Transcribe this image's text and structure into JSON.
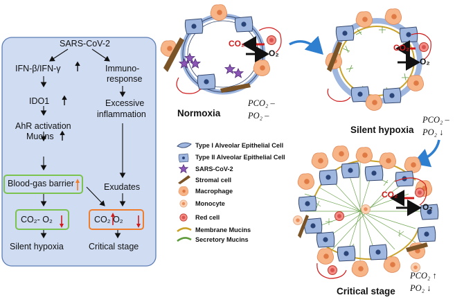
{
  "flow": {
    "top": "SARS-CoV-2",
    "left": [
      "IFN-β/IFN-γ",
      "IDO1",
      "AhR activation",
      "Mucins",
      "Blood-gas barrier",
      "CO₂- O₂",
      "Silent hypoxia"
    ],
    "right": [
      "Immuno-",
      "response",
      "Excessive",
      "inflammation",
      "Exudates",
      "CO₂ O₂",
      "Critical stage"
    ]
  },
  "scenes": {
    "normoxia": {
      "label": "Normoxia",
      "pco2": "PCO₂ –",
      "po2": "PO₂  –"
    },
    "silent": {
      "label": "Silent hypoxia",
      "pco2": "PCO₂ –",
      "po2": "PO₂ ↓"
    },
    "critical": {
      "label": "Critical stage",
      "pco2": "PCO₂ ↑",
      "po2": "PO₂ ↓"
    },
    "co2": "CO₂",
    "o2": "O₂"
  },
  "legend": [
    {
      "icon": "type-i-cell-icon",
      "label": "Type I Alveolar Epithelial Cell"
    },
    {
      "icon": "type-ii-cell-icon",
      "label": "Type II Alveolar Epithelial Cell"
    },
    {
      "icon": "virus-icon",
      "label": "SARS-CoV-2"
    },
    {
      "icon": "stromal-cell-icon",
      "label": "Stromal cell"
    },
    {
      "icon": "macrophage-icon",
      "label": "Macrophage"
    },
    {
      "icon": "monocyte-icon",
      "label": "Monocyte"
    },
    {
      "icon": "red-cell-icon",
      "label": "Red cell"
    },
    {
      "icon": "membrane-mucins-icon",
      "label": "Membrane Mucins"
    },
    {
      "icon": "secretory-mucins-icon",
      "label": "Secretory Mucins"
    }
  ],
  "colors": {
    "panel": "#cfdcf2",
    "panel_border": "#5b7cb5",
    "green_box": "#7cc24e",
    "orange_box": "#ef7d2c",
    "red": "#d11b1b",
    "macrophage": "#f7b486",
    "epithelial": "#9fb7de",
    "mucin_membrane": "#c9a227",
    "mucin_secretory": "#5d9a3b",
    "arrow_blue": "#2f7fd0"
  }
}
